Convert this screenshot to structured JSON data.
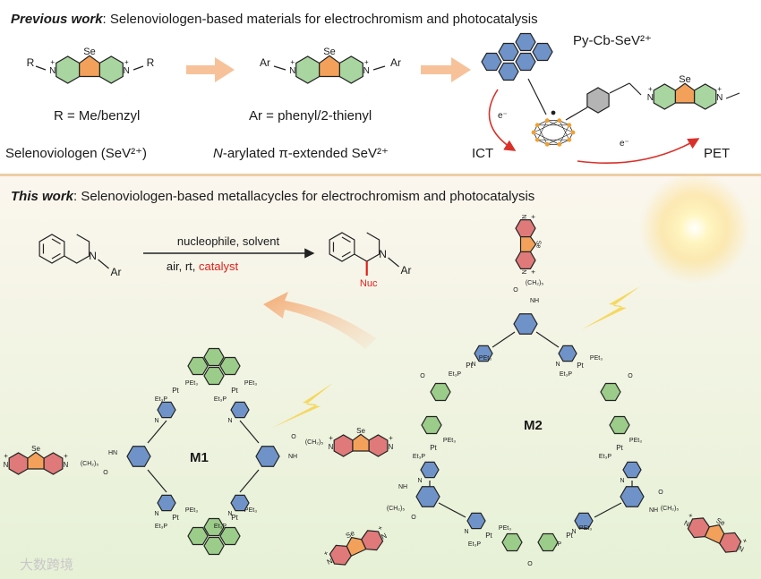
{
  "top_panel": {
    "heading_bold": "Previous work",
    "heading_rest": ": Selenoviologen-based materials for electrochromism and photocatalysis",
    "r_label": "R = Me/benzyl",
    "ar_label": "Ar = phenyl/2-thienyl",
    "sev_label": "Selenoviologen (SeV²⁺)",
    "narylated_label_n": "N",
    "narylated_label_rest": "-arylated π-extended SeV²⁺",
    "py_cb_label": "Py-Cb-SeV²⁺",
    "ict_label": "ICT",
    "pet_label": "PET",
    "electron": "e⁻",
    "se": "Se",
    "r": "R",
    "ar": "Ar",
    "plus": "+"
  },
  "bottom_panel": {
    "heading_bold": "This work",
    "heading_rest": ": Selenoviologen-based metallacycles for electrochromism and photocatalysis",
    "condition_top": "nucleophile, solvent",
    "condition_bottom_plain": "air, rt, ",
    "condition_bottom_red": "catalyst",
    "nuc": "Nuc",
    "m1": "M1",
    "m2": "M2",
    "pet3": "PEt₃",
    "et3p": "Et₃P",
    "pt": "Pt",
    "hn": "HN",
    "nh": "NH",
    "chain": "(CH₂)₅",
    "o": "O"
  },
  "watermark": "大数跨境",
  "colors": {
    "top_bg": "#ffffff",
    "bottom_bg_top": "#fbf7ef",
    "bottom_bg_bottom": "#e8f2d8",
    "divider": "#e8c9a0",
    "red_ring": "#e07a7a",
    "orange_ring": "#f3a15a",
    "green_ring": "#9ccc8a",
    "blue_ring": "#6f93c9",
    "grey_ring": "#b4b4b4",
    "arrow_orange": "#f6b98c",
    "red_text": "#e0201b",
    "bolt": "#f6d24a"
  }
}
